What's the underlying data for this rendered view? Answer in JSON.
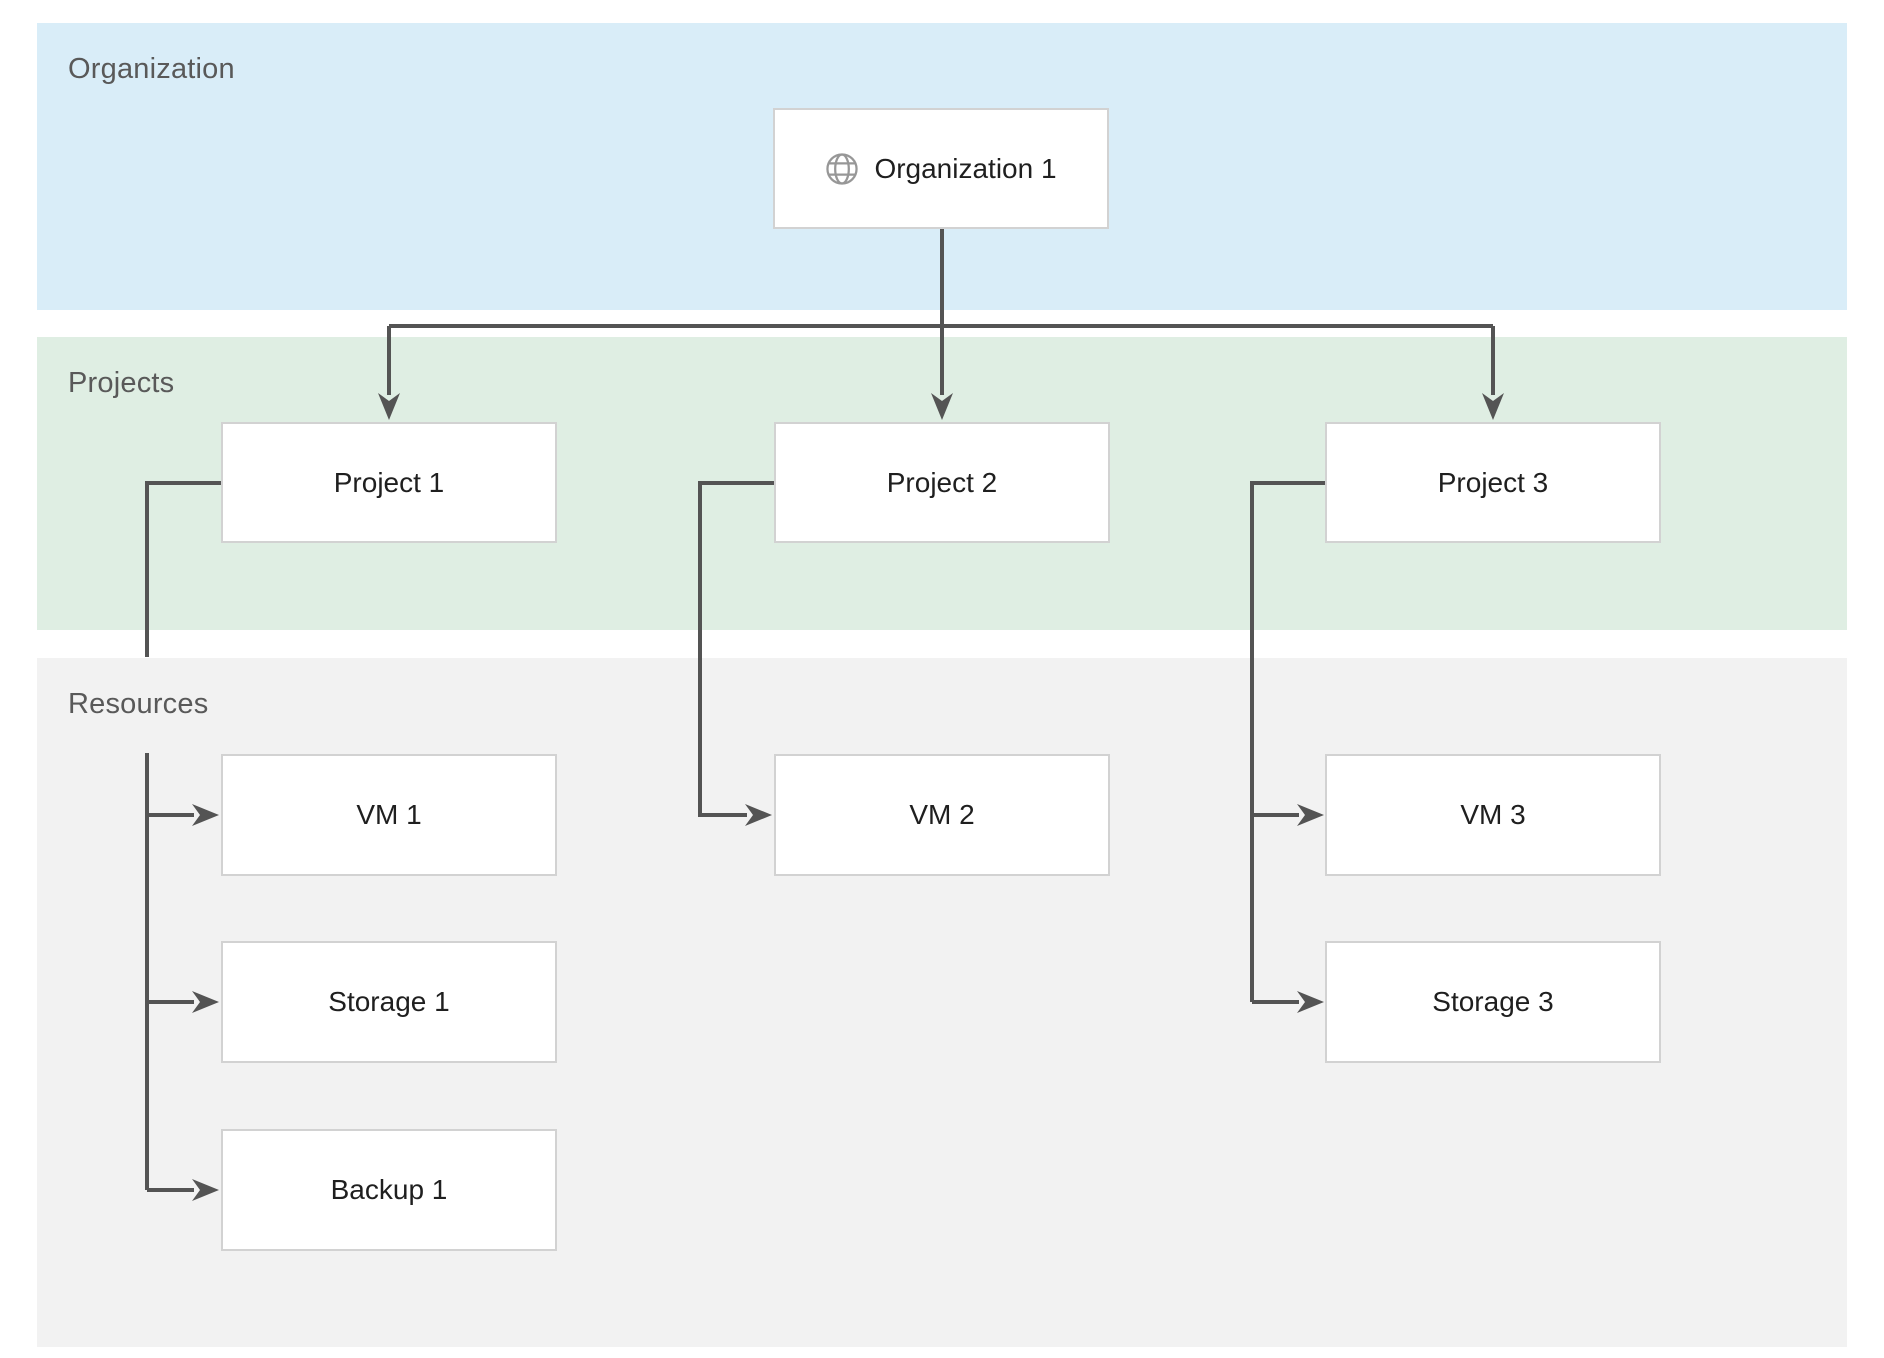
{
  "diagram": {
    "type": "hierarchy-diagram",
    "bands": [
      {
        "id": "organization",
        "label": "Organization",
        "fill": "#d9edf8"
      },
      {
        "id": "projects",
        "label": "Projects",
        "fill": "#dfeee3"
      },
      {
        "id": "resources",
        "label": "Resources",
        "fill": "#f2f2f2"
      }
    ],
    "nodes": [
      {
        "id": "org1",
        "label": "Organization 1",
        "band": "organization",
        "icon": "globe-icon"
      },
      {
        "id": "project1",
        "label": "Project 1",
        "band": "projects"
      },
      {
        "id": "project2",
        "label": "Project 2",
        "band": "projects"
      },
      {
        "id": "project3",
        "label": "Project 3",
        "band": "projects"
      },
      {
        "id": "vm1",
        "label": "VM 1",
        "band": "resources"
      },
      {
        "id": "storage1",
        "label": "Storage 1",
        "band": "resources"
      },
      {
        "id": "backup1",
        "label": "Backup 1",
        "band": "resources"
      },
      {
        "id": "vm2",
        "label": "VM 2",
        "band": "resources"
      },
      {
        "id": "vm3",
        "label": "VM 3",
        "band": "resources"
      },
      {
        "id": "storage3",
        "label": "Storage 3",
        "band": "resources"
      }
    ],
    "edges": [
      {
        "from": "org1",
        "to": "project1"
      },
      {
        "from": "org1",
        "to": "project2"
      },
      {
        "from": "org1",
        "to": "project3"
      },
      {
        "from": "project1",
        "to": "vm1"
      },
      {
        "from": "project1",
        "to": "storage1"
      },
      {
        "from": "project1",
        "to": "backup1"
      },
      {
        "from": "project2",
        "to": "vm2"
      },
      {
        "from": "project3",
        "to": "vm3"
      },
      {
        "from": "project3",
        "to": "storage3"
      }
    ],
    "colors": {
      "background": "#ffffff",
      "band_blue": "#d9edf8",
      "band_green": "#dfeee3",
      "band_gray": "#f2f2f2",
      "band_label_text": "#595959",
      "node_fill": "#ffffff",
      "node_border": "#d2d2d2",
      "node_text": "#1f1f1f",
      "connector": "#545454",
      "globe_icon": "#979797"
    }
  }
}
